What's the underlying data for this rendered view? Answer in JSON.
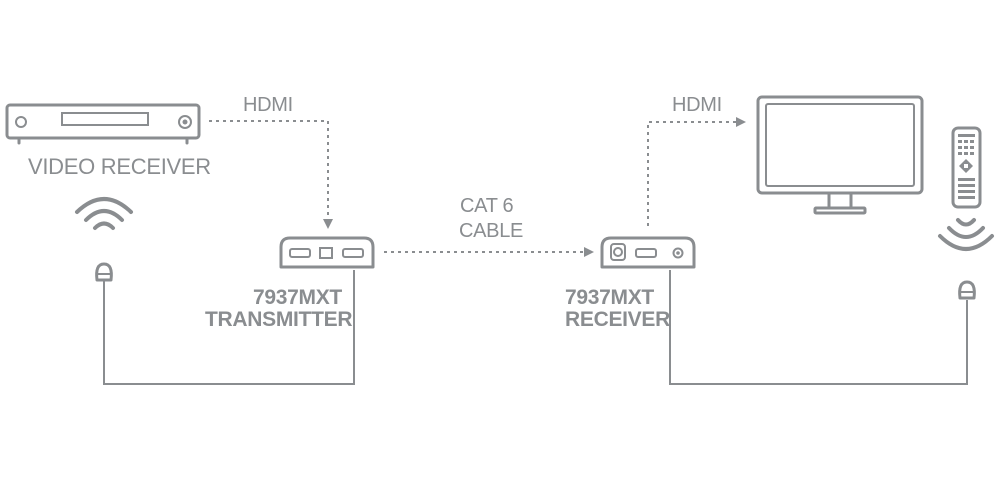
{
  "labels": {
    "hdmi_in": "HDMI",
    "hdmi_out": "HDMI",
    "video_receiver": "VIDEO RECEIVER",
    "cable_line1": "CAT 6",
    "cable_line2": "CABLE",
    "tx_model": "7937MXT",
    "tx_name": "TRANSMITTER",
    "rx_model": "7937MXT",
    "rx_name": "RECEIVER"
  },
  "icons": [
    "video-receiver-icon",
    "wifi-signal-icon",
    "ir-sensor-icon",
    "transmitter-device-icon",
    "receiver-device-icon",
    "monitor-icon",
    "remote-control-icon"
  ],
  "colors": {
    "line": "#8a8d90",
    "background": "#ffffff"
  }
}
